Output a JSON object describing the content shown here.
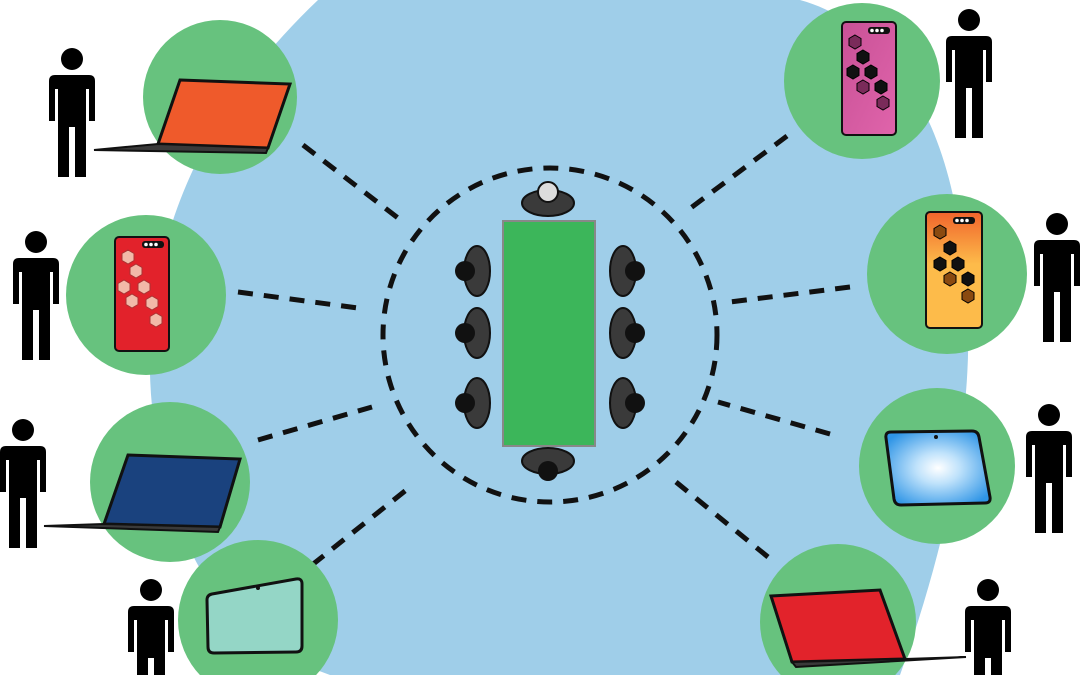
{
  "colors": {
    "background": "#ffffff",
    "room": "#9fcee9",
    "node": "#67c27e",
    "table": "#3cb65a",
    "chair": "#3a3a3a",
    "person": "#000000",
    "link": "#111111",
    "laptop_orange": "#ef5a2b",
    "laptop_navy": "#1a427e",
    "laptop_red": "#e2232b",
    "phone_red": "#e2222b",
    "phone_pink": "#d45aa0",
    "phone_orange_top": "#f06a30",
    "phone_orange_bottom": "#fdbb4a",
    "tablet_mint": "#94d6c6",
    "tablet_blue": "#3c9ee8"
  },
  "diagram": {
    "center": "meeting-table-with-chairs",
    "participants": [
      {
        "device": "laptop",
        "color": "orange",
        "person_side": "left"
      },
      {
        "device": "phone",
        "color": "red",
        "person_side": "left"
      },
      {
        "device": "laptop",
        "color": "navy",
        "person_side": "left"
      },
      {
        "device": "tablet",
        "color": "mint",
        "person_side": "left"
      },
      {
        "device": "phone",
        "color": "pink",
        "person_side": "right"
      },
      {
        "device": "phone",
        "color": "orange",
        "person_side": "right"
      },
      {
        "device": "tablet",
        "color": "blue",
        "person_side": "right"
      },
      {
        "device": "laptop",
        "color": "red",
        "person_side": "right"
      }
    ]
  }
}
